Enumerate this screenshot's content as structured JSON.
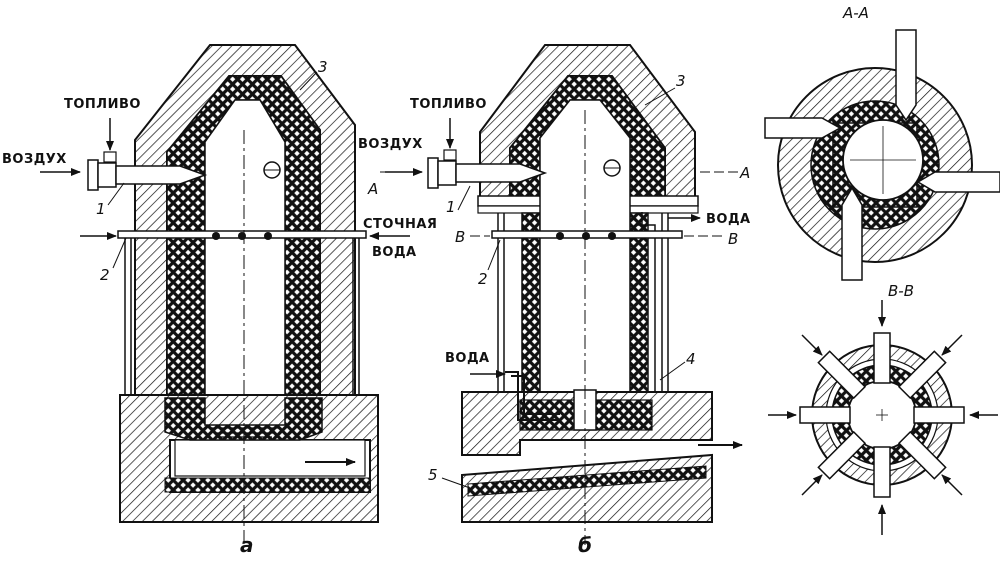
{
  "labels": {
    "fuel": "ТОПЛИВО",
    "air": "ВОЗДУХ",
    "waste_water_1": "СТОЧНАЯ",
    "waste_water_2": "ВОДА",
    "water": "ВОДА",
    "section_aa": "А-А",
    "section_bb": "В-В",
    "mark_a": "А",
    "mark_b": "В"
  },
  "numbers": [
    "1",
    "2",
    "3",
    "4",
    "5"
  ],
  "captions": {
    "a": "а",
    "b": "б"
  },
  "colors": {
    "ink": "#111111",
    "background": "#ffffff"
  }
}
